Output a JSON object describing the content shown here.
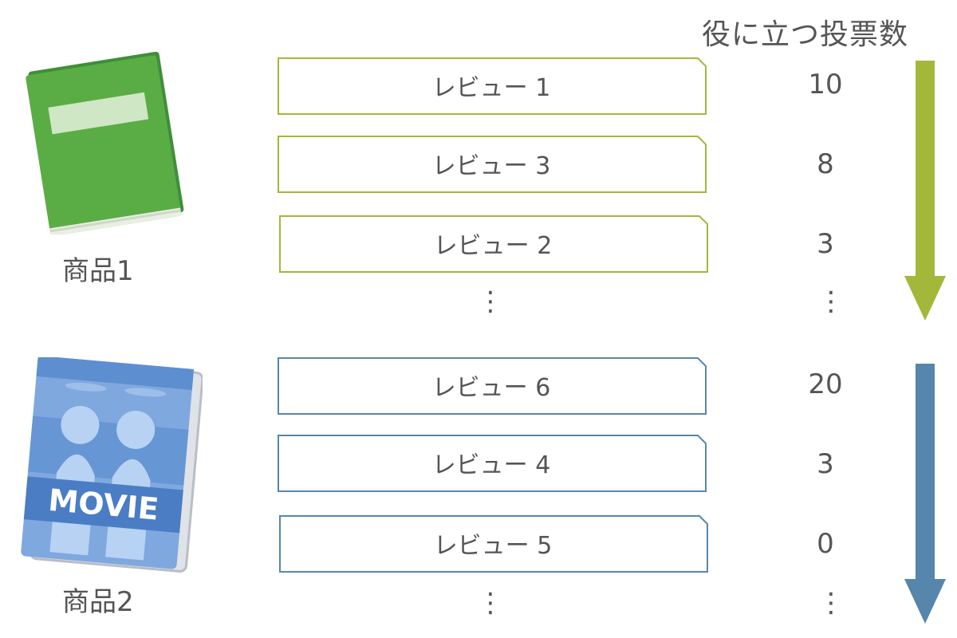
{
  "header": {
    "title": "役に立つ投票数"
  },
  "products": [
    {
      "label": "商品1",
      "icon": "green-book-icon",
      "accent": "#a3b83a",
      "reviews": [
        {
          "label": "レビュー 1",
          "votes": "10"
        },
        {
          "label": "レビュー 3",
          "votes": "8"
        },
        {
          "label": "レビュー 2",
          "votes": "3"
        }
      ],
      "more": "⋮"
    },
    {
      "label": "商品2",
      "icon": "movie-dvd-icon",
      "icon_text": "MOVIE",
      "accent": "#5686ac",
      "reviews": [
        {
          "label": "レビュー 6",
          "votes": "20"
        },
        {
          "label": "レビュー 4",
          "votes": "3"
        },
        {
          "label": "レビュー 5",
          "votes": "0"
        }
      ],
      "more": "⋮"
    }
  ]
}
